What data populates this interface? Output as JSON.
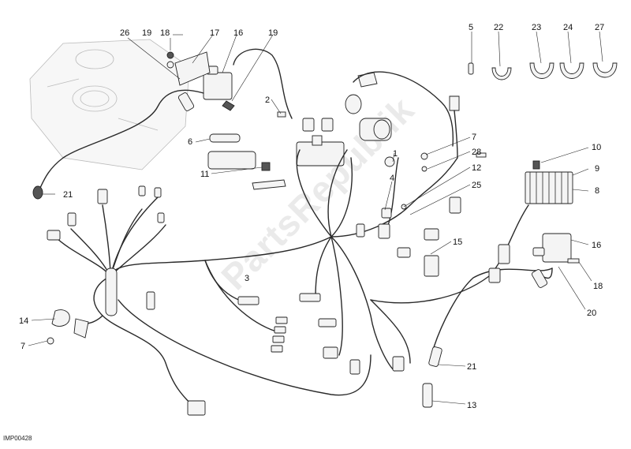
{
  "diagram": {
    "watermark": "PartsRepublik",
    "drawing_code": "IMP00428",
    "callouts": [
      {
        "id": "c26",
        "label": "26"
      },
      {
        "id": "c19a",
        "label": "19"
      },
      {
        "id": "c18a",
        "label": "18"
      },
      {
        "id": "c17",
        "label": "17"
      },
      {
        "id": "c16a",
        "label": "16"
      },
      {
        "id": "c19b",
        "label": "19"
      },
      {
        "id": "c5",
        "label": "5"
      },
      {
        "id": "c22",
        "label": "22"
      },
      {
        "id": "c23",
        "label": "23"
      },
      {
        "id": "c24",
        "label": "24"
      },
      {
        "id": "c27",
        "label": "27"
      },
      {
        "id": "c2",
        "label": "2"
      },
      {
        "id": "c6",
        "label": "6"
      },
      {
        "id": "c1",
        "label": "1"
      },
      {
        "id": "c7a",
        "label": "7"
      },
      {
        "id": "c28",
        "label": "28"
      },
      {
        "id": "c10",
        "label": "10"
      },
      {
        "id": "c9",
        "label": "9"
      },
      {
        "id": "c8",
        "label": "8"
      },
      {
        "id": "c12",
        "label": "12"
      },
      {
        "id": "c11",
        "label": "11"
      },
      {
        "id": "c4",
        "label": "4"
      },
      {
        "id": "c25",
        "label": "25"
      },
      {
        "id": "c21a",
        "label": "21"
      },
      {
        "id": "c15",
        "label": "15"
      },
      {
        "id": "c16b",
        "label": "16"
      },
      {
        "id": "c3",
        "label": "3"
      },
      {
        "id": "c18b",
        "label": "18"
      },
      {
        "id": "c20",
        "label": "20"
      },
      {
        "id": "c14",
        "label": "14"
      },
      {
        "id": "c7b",
        "label": "7"
      },
      {
        "id": "c21b",
        "label": "21"
      },
      {
        "id": "c13",
        "label": "13"
      }
    ]
  }
}
